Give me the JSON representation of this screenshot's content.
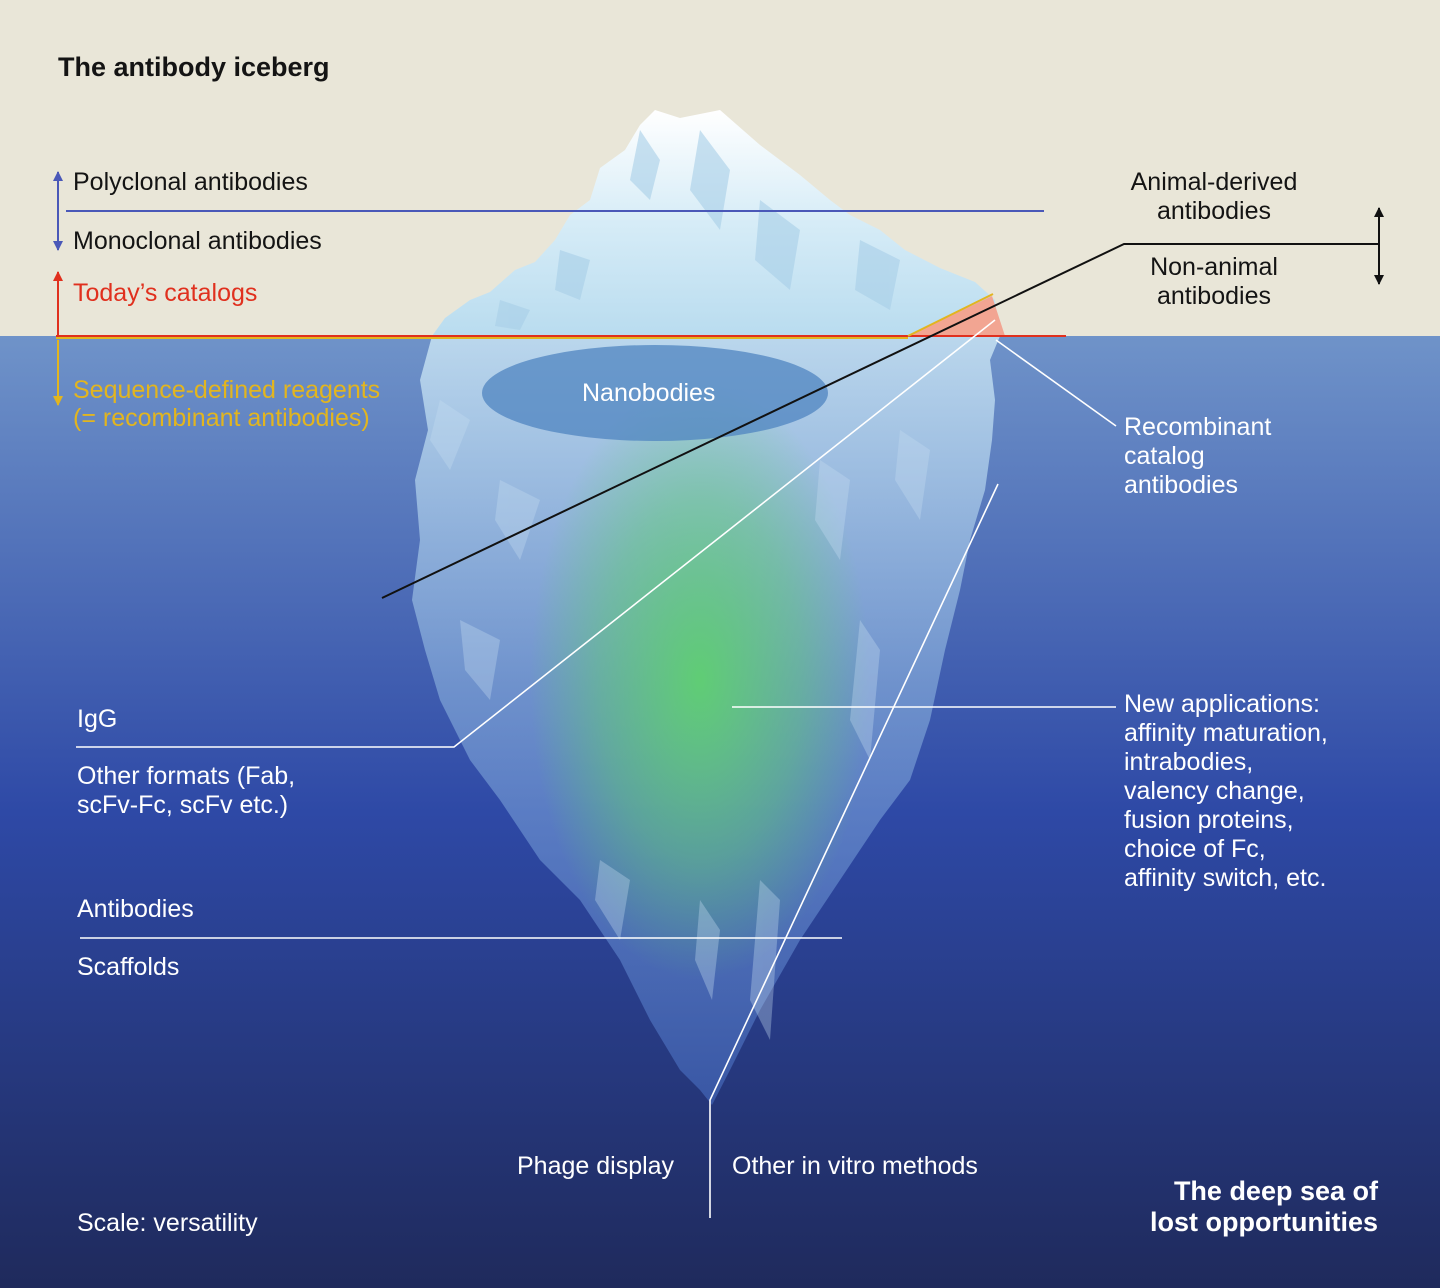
{
  "title": "The antibody iceberg",
  "labels": {
    "polyclonal": "Polyclonal antibodies",
    "monoclonal": "Monoclonal antibodies",
    "todays_catalogs": "Today’s catalogs",
    "sequence_defined_1": "Sequence-defined reagents",
    "sequence_defined_2": "(= recombinant antibodies)",
    "nanobodies": "Nanobodies",
    "animal_derived_1": "Animal-derived",
    "animal_derived_2": "antibodies",
    "non_animal_1": "Non-animal",
    "non_animal_2": "antibodies",
    "recombinant_catalog": "Recombinant\ncatalog\nantibodies",
    "igg": "IgG",
    "other_formats": "Other formats (Fab,\nscFv-Fc, scFv etc.)",
    "new_applications": "New applications:\naffinity maturation,\nintrabodies,\nvalency change,\nfusion proteins,\nchoice of Fc,\naffinity switch, etc.",
    "antibodies": "Antibodies",
    "scaffolds": "Scaffolds",
    "phage_display": "Phage display",
    "other_in_vitro": "Other in vitro methods",
    "scale": "Scale: versatility",
    "deep_sea": "The deep sea of\nlost opportunities"
  },
  "colors": {
    "sky": "#e9e6d8",
    "water_top": "#6f93c9",
    "water_mid": "#2e49a6",
    "water_bottom": "#1f2a5c",
    "blue_line": "#4a58b8",
    "red_line": "#e0301e",
    "gold_line": "#e2b51f",
    "nanobody_ellipse": "#4f84c0",
    "green_glow": "#5fd070",
    "recombinant_wedge": "#f2a592"
  },
  "icons": [
    "double-arrow-blue-icon",
    "arrow-up-red-icon",
    "arrow-down-gold-icon",
    "double-arrow-black-icon"
  ]
}
